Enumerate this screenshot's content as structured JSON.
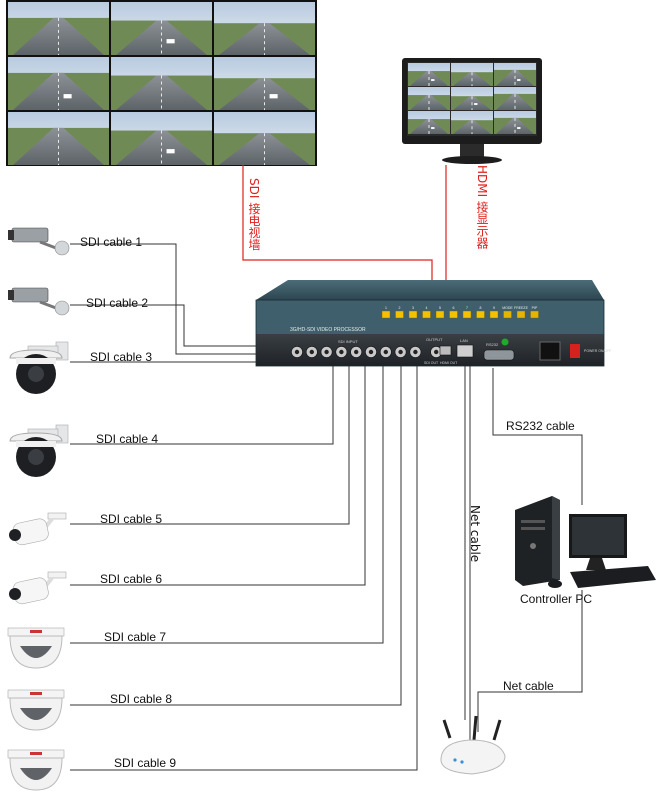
{
  "cameras": [
    {
      "id": 1,
      "type": "bullet",
      "cable": "SDI cable 1"
    },
    {
      "id": 2,
      "type": "bullet",
      "cable": "SDI cable 2"
    },
    {
      "id": 3,
      "type": "ptz",
      "cable": "SDI cable 3"
    },
    {
      "id": 4,
      "type": "ptz",
      "cable": "SDI cable 4"
    },
    {
      "id": 5,
      "type": "ir-bullet",
      "cable": "SDI cable 5"
    },
    {
      "id": 6,
      "type": "ir-bullet",
      "cable": "SDI cable 6"
    },
    {
      "id": 7,
      "type": "dome",
      "cable": "SDI cable 7"
    },
    {
      "id": 8,
      "type": "dome",
      "cable": "SDI cable 8"
    },
    {
      "id": 9,
      "type": "dome",
      "cable": "SDI cable 9"
    }
  ],
  "device": {
    "name": "3G/HD-SDI VIDEO PROCESSOR",
    "port_labels": {
      "sdi_input": "SDI INPUT",
      "output": "OUTPUT",
      "sdi_out": "SDI OUT",
      "hdmi_out": "HDMI OUT",
      "lan": "LAN",
      "rs232": "RS232",
      "power": "POWER ON/OFF"
    },
    "front_buttons": [
      "1",
      "2",
      "3",
      "4",
      "5",
      "6",
      "7",
      "8",
      "9",
      "MODE",
      "FREEZE",
      "PIP"
    ]
  },
  "links": {
    "sdi_wall": "SDI 接电视墙",
    "hdmi_monitor": "HDMI 接显示器",
    "rs232": "RS232 cable",
    "net_vertical": "Net cable",
    "net_pc": "Net cable"
  },
  "controller_label": "Controller PC",
  "colors": {
    "link_red": "#e0201c",
    "line": "#333333",
    "device_body": "#3c5a64",
    "button_yellow": "#f2c200"
  }
}
